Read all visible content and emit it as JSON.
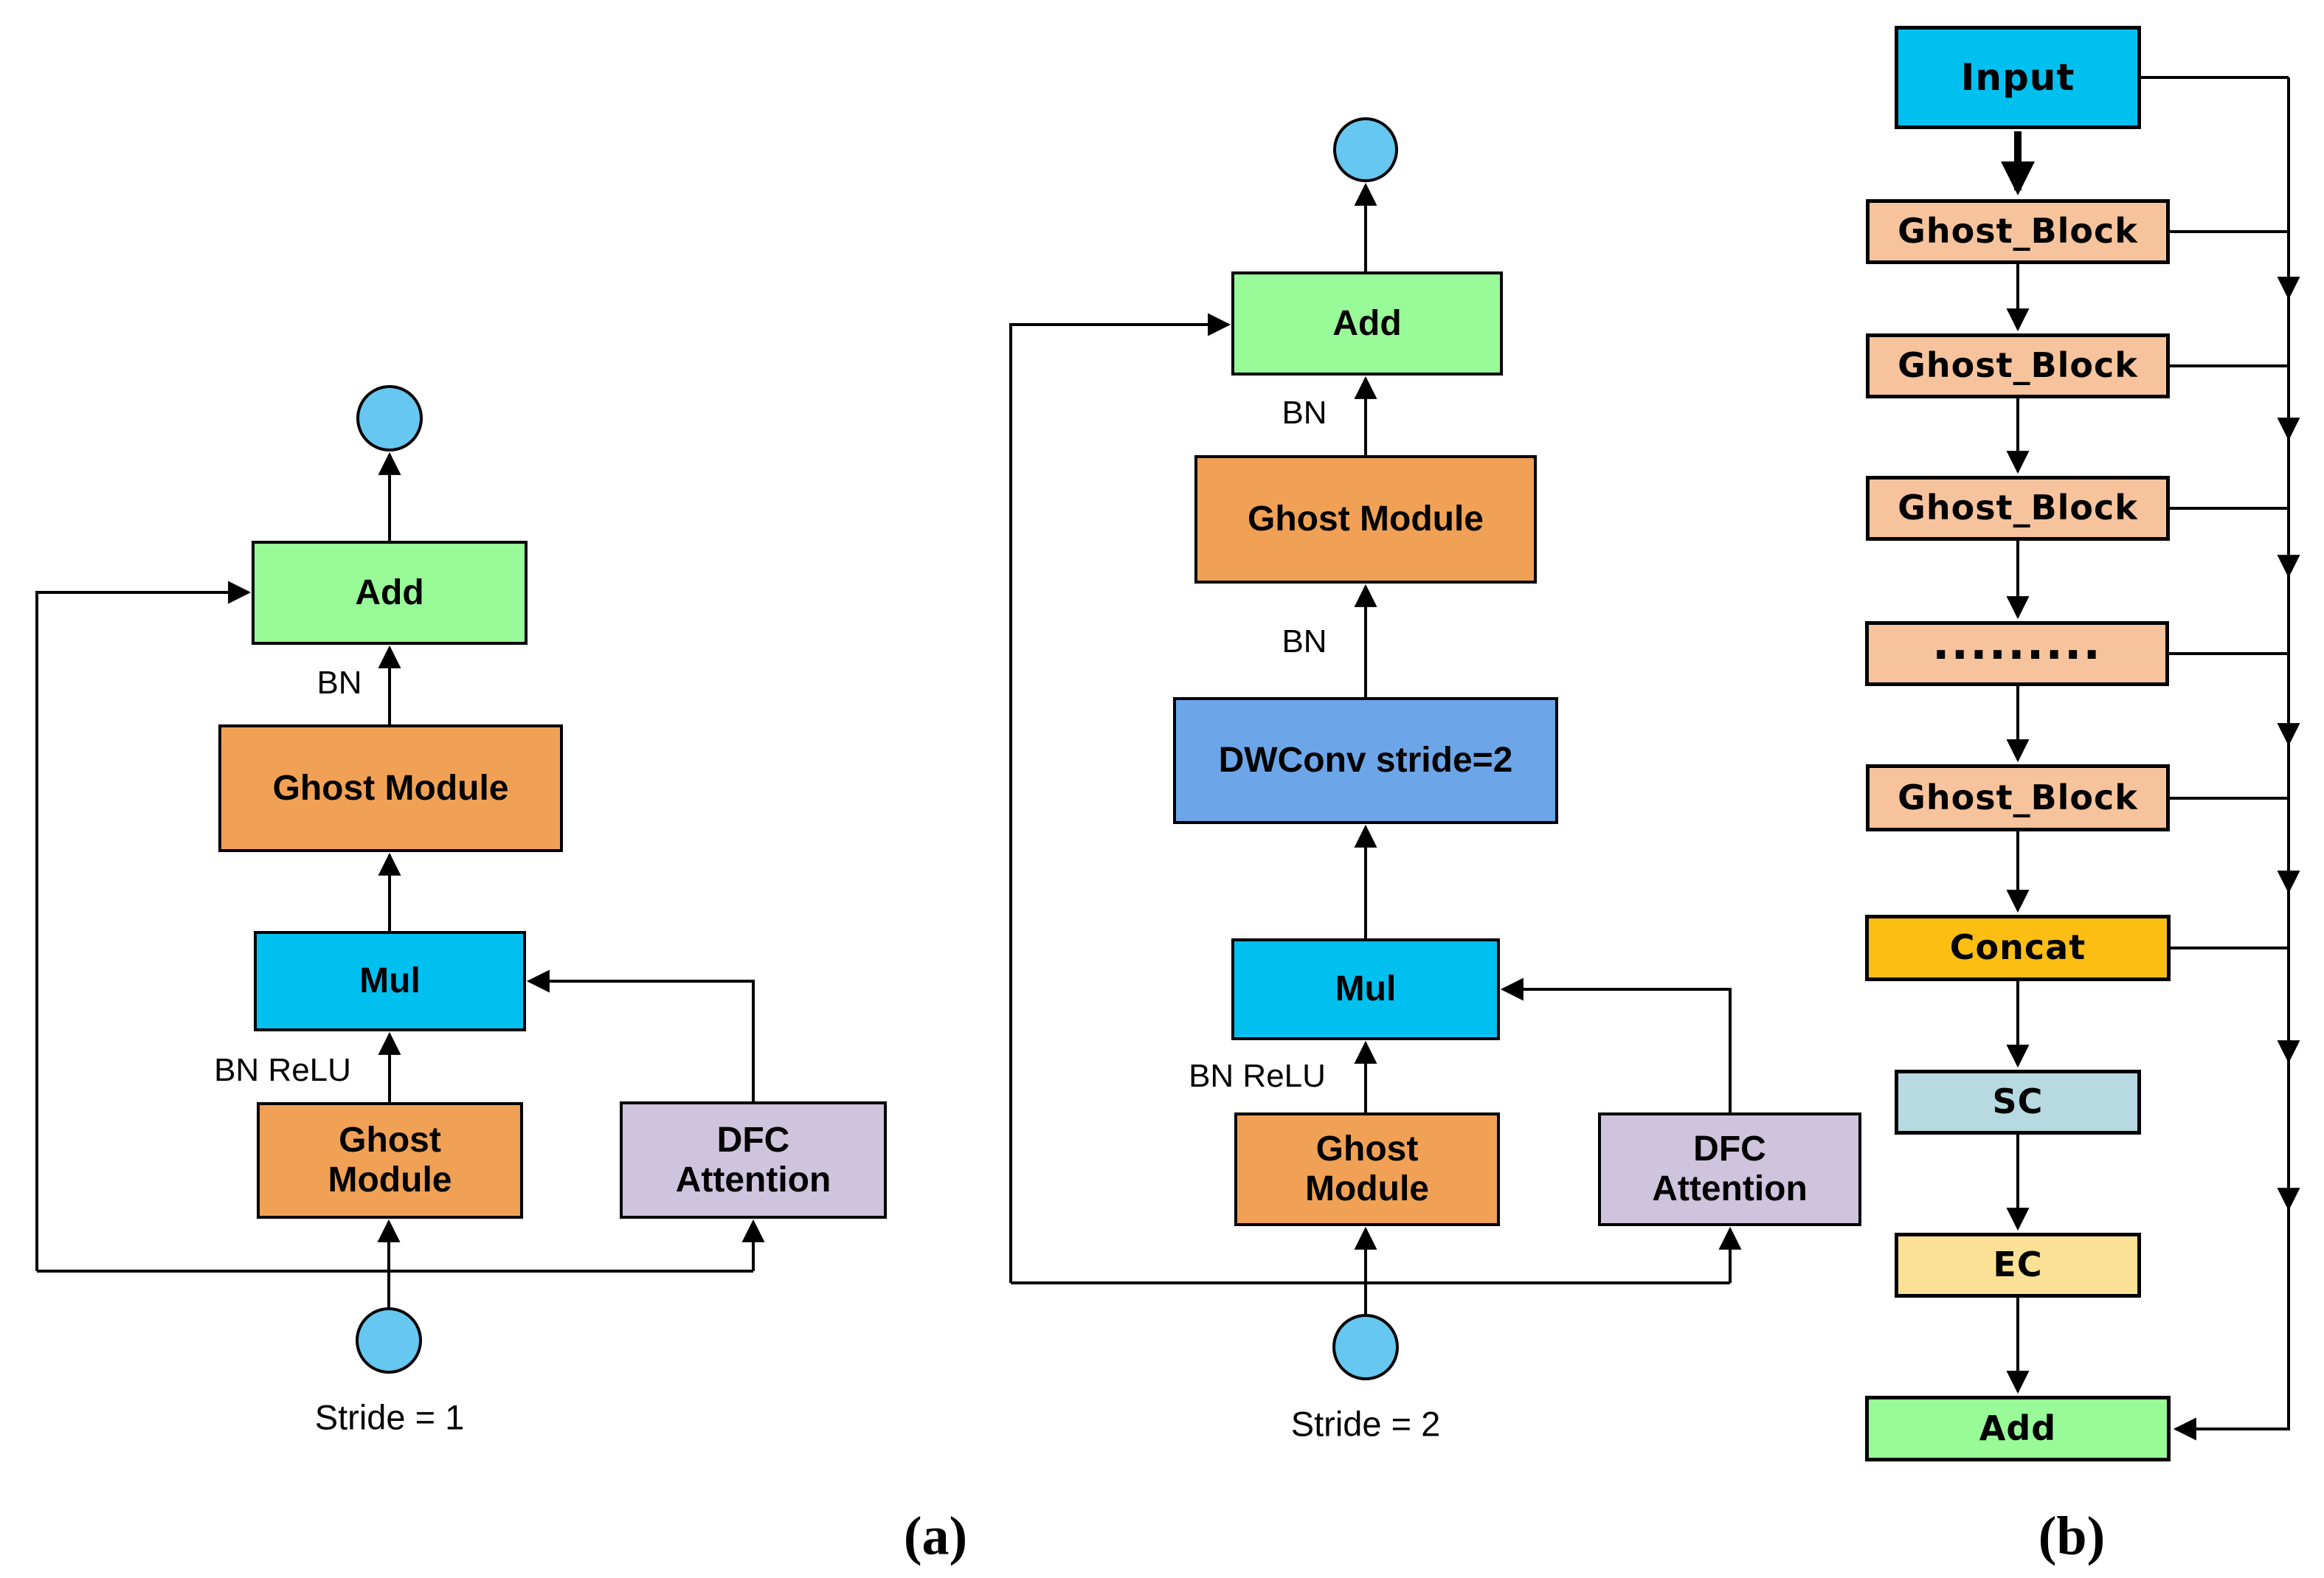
{
  "figure": {
    "caption_a": "(a)",
    "caption_b": "(b)"
  },
  "palette": {
    "cyan": "#00C0F0",
    "sky_circle": "#66C7F0",
    "green": "#98FB98",
    "orange": "#F0A155",
    "peach": "#F6C39C",
    "gold": "#FCBE13",
    "light_blue": "#B6D9E2",
    "light_yellow": "#FBE195",
    "lavender": "#CEC4DD",
    "dw_blue": "#6CA6E8",
    "line": "#000000"
  },
  "stride1_block": {
    "stride_label": "Stride = 1",
    "nodes": {
      "add": "Add",
      "ghost_module": "Ghost Module",
      "mul": "Mul",
      "ghost_small": [
        "Ghost",
        "Module"
      ],
      "dfc": [
        "DFC",
        "Attention"
      ]
    },
    "edge_labels": {
      "bn": "BN",
      "bn_relu": "BN ReLU"
    }
  },
  "stride2_block": {
    "stride_label": "Stride = 2",
    "nodes": {
      "add": "Add",
      "ghost_module": "Ghost Module",
      "dwconv": "DWConv stride=2",
      "mul": "Mul",
      "ghost_small": [
        "Ghost",
        "Module"
      ],
      "dfc": [
        "DFC",
        "Attention"
      ]
    },
    "edge_labels": {
      "bn_upper": "BN",
      "bn_lower": "BN",
      "bn_relu": "BN ReLU"
    }
  },
  "backbone": {
    "nodes": {
      "input": "Input",
      "ghost_blocks": [
        "Ghost_Block",
        "Ghost_Block",
        "Ghost_Block",
        ".........",
        "Ghost_Block"
      ],
      "concat": "Concat",
      "sc": "SC",
      "ec": "EC",
      "add": "Add"
    }
  }
}
